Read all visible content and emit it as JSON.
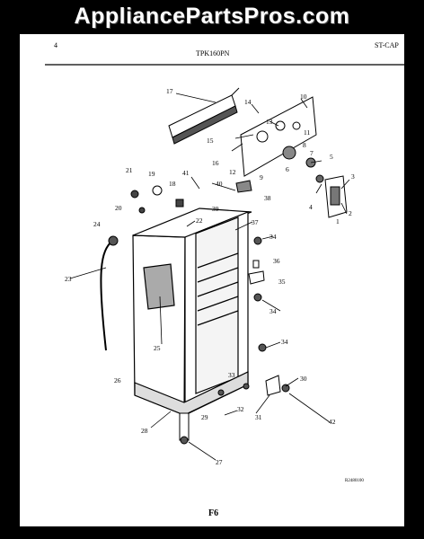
{
  "watermark": "AppliancePartsPros.com",
  "header": {
    "page_num": "4",
    "model": "TPK160PN",
    "section_code": "ST-CAP"
  },
  "footer": {
    "diagram_code": "R2480100",
    "figure": "F6"
  },
  "part_labels": [
    "1",
    "2",
    "3",
    "4",
    "5",
    "6",
    "7",
    "8",
    "9",
    "10",
    "11",
    "12",
    "13",
    "14",
    "15",
    "16",
    "17",
    "18",
    "19",
    "20",
    "21",
    "22",
    "23",
    "24",
    "25",
    "26",
    "27",
    "28",
    "29",
    "30",
    "31",
    "32",
    "33",
    "34",
    "34",
    "34",
    "35",
    "36",
    "37",
    "38",
    "39",
    "40",
    "41",
    "42"
  ]
}
